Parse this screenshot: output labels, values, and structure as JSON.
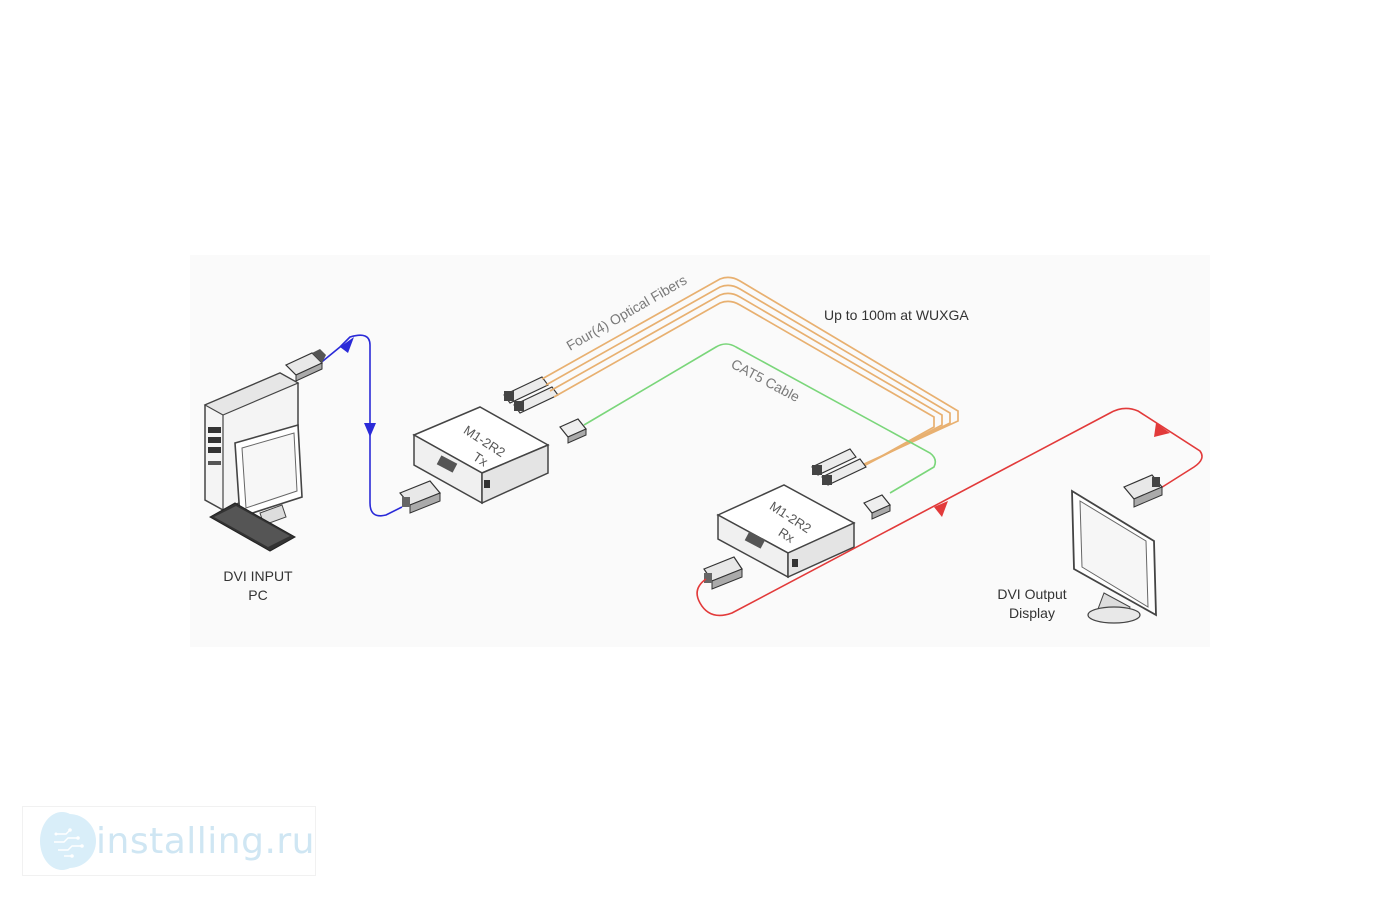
{
  "diagram": {
    "labels": {
      "fibers": "Four(4) Optical Fibers",
      "distance": "Up to 100m at WUXGA",
      "cat5": "CAT5 Cable",
      "tx_model": "M1-2R2",
      "tx_role": "Tx",
      "rx_model": "M1-2R2",
      "rx_role": "Rx",
      "input_line1": "DVI INPUT",
      "input_line2": "PC",
      "output_line1": "DVI Output",
      "output_line2": "Display"
    },
    "colors": {
      "input_cable": "#2a2ad8",
      "output_cable": "#e23a3a",
      "fiber": "#e8b070",
      "cat5": "#7ad67a",
      "device_stroke": "#444444"
    }
  },
  "watermark": {
    "text": "installing.ru",
    "icon": "circuit-globe-icon"
  }
}
